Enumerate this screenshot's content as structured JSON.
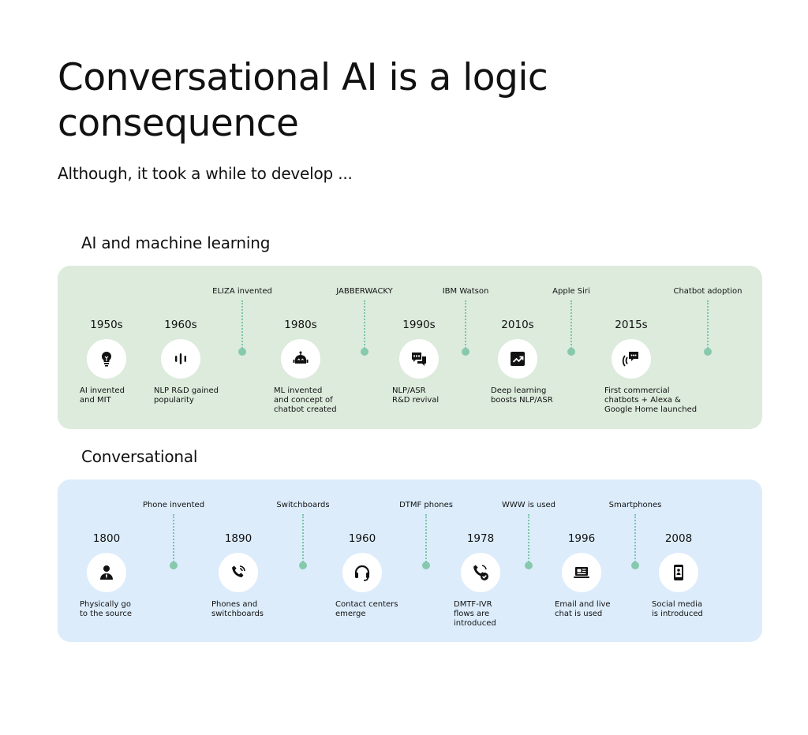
{
  "header": {
    "title": "Conversational AI is a logic consequence",
    "subtitle": "Although, it took a while to develop ..."
  },
  "sections": {
    "ai": {
      "title": "AI and machine learning",
      "milestones": [
        {
          "year": "1950s",
          "desc": "AI invented\nand MIT",
          "icon": "lightbulb-icon"
        },
        {
          "year": "1960s",
          "desc": "NLP R&D gained\npopularity",
          "icon": "audio-waveform-icon"
        },
        {
          "year": "1980s",
          "desc": "ML invented\nand concept of\nchatbot created",
          "icon": "robot-icon"
        },
        {
          "year": "1990s",
          "desc": "NLP/ASR\nR&D revival",
          "icon": "chat-bubbles-icon"
        },
        {
          "year": "2010s",
          "desc": "Deep learning\nboosts NLP/ASR",
          "icon": "trending-up-icon"
        },
        {
          "year": "2015s",
          "desc": "First commercial\nchatbots + Alexa &\nGoogle Home launched",
          "icon": "voice-chat-icon"
        }
      ],
      "events": [
        "ELIZA invented",
        "JABBERWACKY",
        "IBM Watson",
        "Apple Siri",
        "Chatbot adoption"
      ]
    },
    "conv": {
      "title": "Conversational",
      "milestones": [
        {
          "year": "1800",
          "desc": "Physically go\nto the source",
          "icon": "person-icon"
        },
        {
          "year": "1890",
          "desc": "Phones and\nswitchboards",
          "icon": "phone-icon"
        },
        {
          "year": "1960",
          "desc": "Contact centers\nemerge",
          "icon": "headset-icon"
        },
        {
          "year": "1978",
          "desc": "DMTF-IVR\nflows are\nintroduced",
          "icon": "phone-check-icon"
        },
        {
          "year": "1996",
          "desc": "Email and live\nchat is used",
          "icon": "laptop-icon"
        },
        {
          "year": "2008",
          "desc": "Social media\nis introduced",
          "icon": "smartphone-icon"
        }
      ],
      "events": [
        "Phone invented",
        "Switchboards",
        "DTMF phones",
        "WWW is used",
        "Smartphones"
      ]
    }
  },
  "colors": {
    "green_panel": "#dcebdc",
    "blue_panel": "#dcecfb",
    "dot_accent": "#86c9ad",
    "text": "#111111"
  }
}
